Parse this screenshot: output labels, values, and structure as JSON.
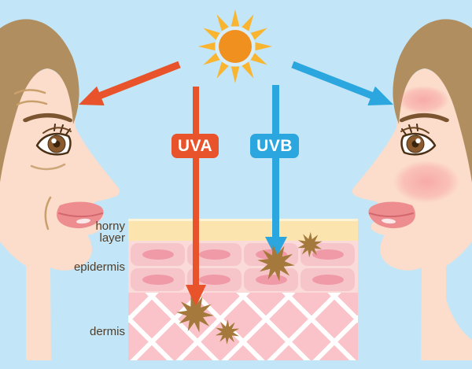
{
  "sun": {
    "icon": "sun-icon",
    "color": "#f0911f",
    "ray_color": "#f9b430"
  },
  "uv_rays": [
    {
      "label": "UVA",
      "color": "#e9532b",
      "penetrates_to": "dermis"
    },
    {
      "label": "UVB",
      "color": "#2ca6de",
      "penetrates_to": "epidermis"
    }
  ],
  "skin_layers": [
    {
      "label": "horny layer",
      "color": "#fbe4ad"
    },
    {
      "label": "epidermis",
      "color": "#fbdbda"
    },
    {
      "label": "dermis",
      "color": "#f9c3c9"
    }
  ],
  "figures": [
    {
      "side": "left",
      "depicts": "wrinkled aged face profile"
    },
    {
      "side": "right",
      "depicts": "sunburned reddened face profile"
    }
  ],
  "colors": {
    "background": "#c2e6f7",
    "skin": "#fcdcca",
    "hair": "#b18e60",
    "uv_damage_star": "#a5793c",
    "label_text": "#4f3d29"
  }
}
